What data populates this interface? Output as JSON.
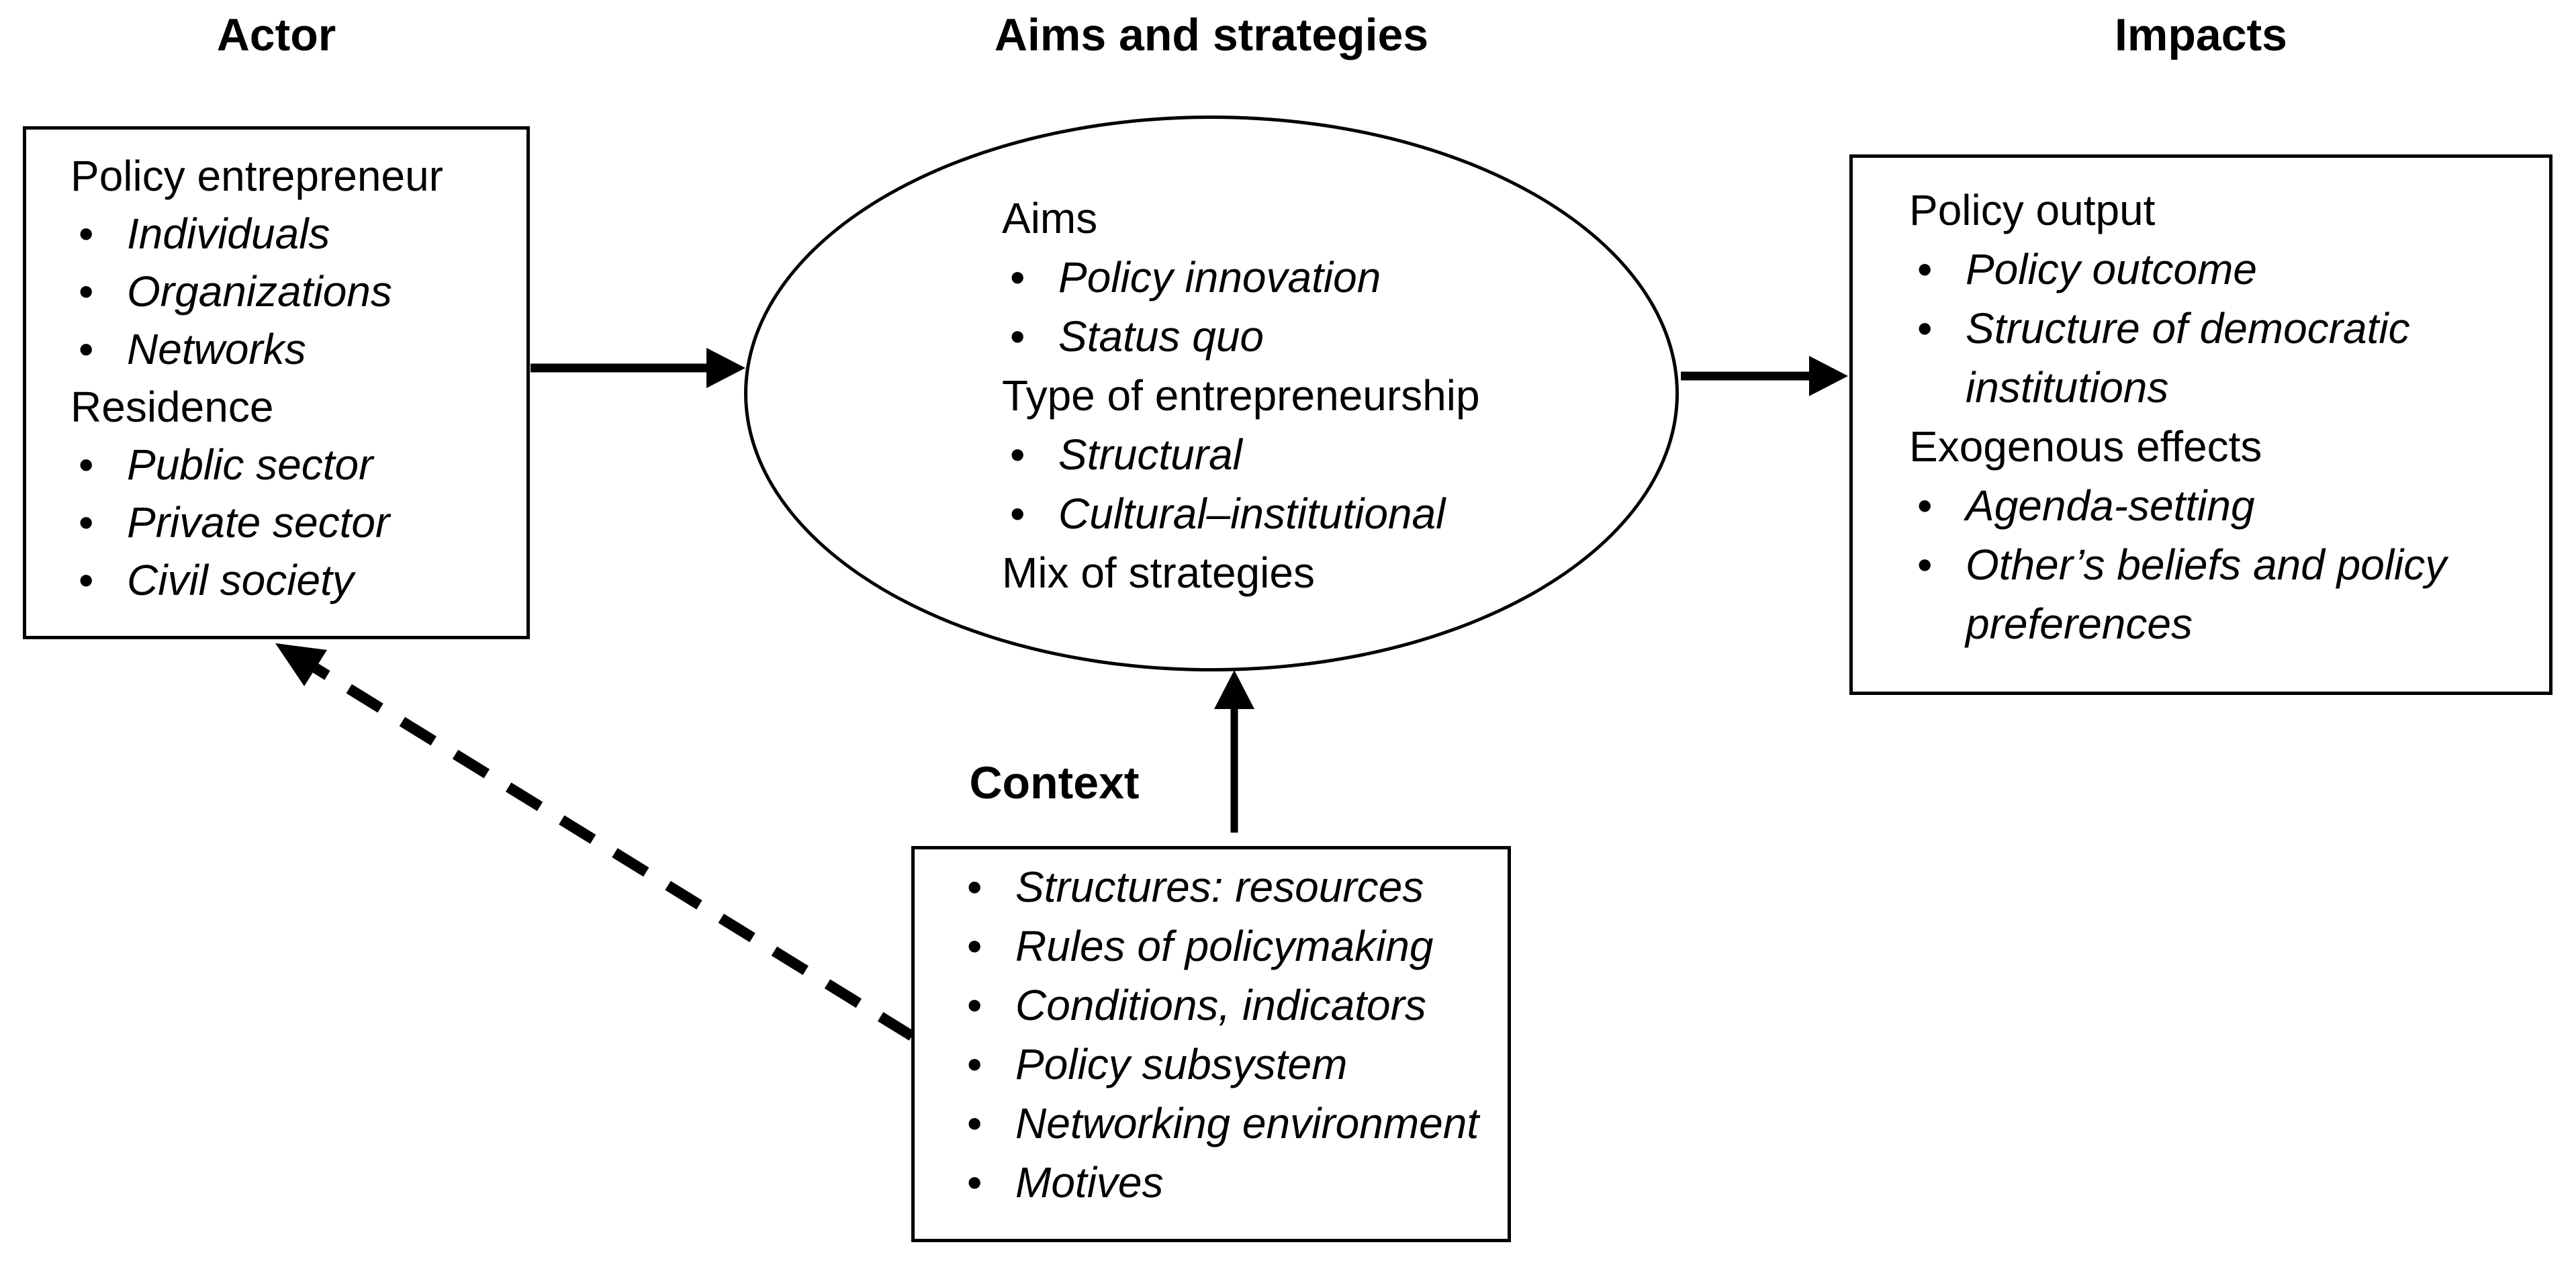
{
  "ui": {
    "bullet": "•"
  },
  "colors": {
    "ink": "#000000",
    "background": "#ffffff"
  },
  "sections": {
    "actor": {
      "title": "Actor",
      "box": {
        "group1_header": "Policy entrepreneur",
        "group1_items": [
          "Individuals",
          "Organizations",
          "Networks"
        ],
        "group2_header": "Residence",
        "group2_items": [
          "Public sector",
          "Private sector",
          "Civil society"
        ]
      }
    },
    "aims": {
      "title": "Aims and strategies",
      "ellipse": {
        "group1_header": "Aims",
        "group1_items": [
          "Policy innovation",
          "Status quo"
        ],
        "group2_header": "Type of entrepreneurship",
        "group2_items": [
          "Structural",
          "Cultural–institutional"
        ],
        "group3_header": "Mix of strategies"
      }
    },
    "impacts": {
      "title": "Impacts",
      "box": {
        "group1_header": "Policy output",
        "group1_items": [
          "Policy outcome",
          "Structure of democratic institutions"
        ],
        "group2_header": "Exogenous effects",
        "group2_items": [
          "Agenda-setting",
          "Other’s beliefs and policy preferences"
        ]
      }
    },
    "context": {
      "title": "Context",
      "box": {
        "items": [
          "Structures: resources",
          "Rules of policymaking",
          "Conditions, indicators",
          "Policy subsystem",
          "Networking environment",
          "Motives"
        ]
      }
    }
  },
  "connectors": [
    {
      "from": "actor",
      "to": "aims",
      "style": "solid",
      "direction": "right"
    },
    {
      "from": "aims",
      "to": "impacts",
      "style": "solid",
      "direction": "right"
    },
    {
      "from": "context",
      "to": "aims",
      "style": "solid",
      "direction": "up"
    },
    {
      "from": "context",
      "to": "actor",
      "style": "dashed",
      "direction": "up-left"
    }
  ]
}
